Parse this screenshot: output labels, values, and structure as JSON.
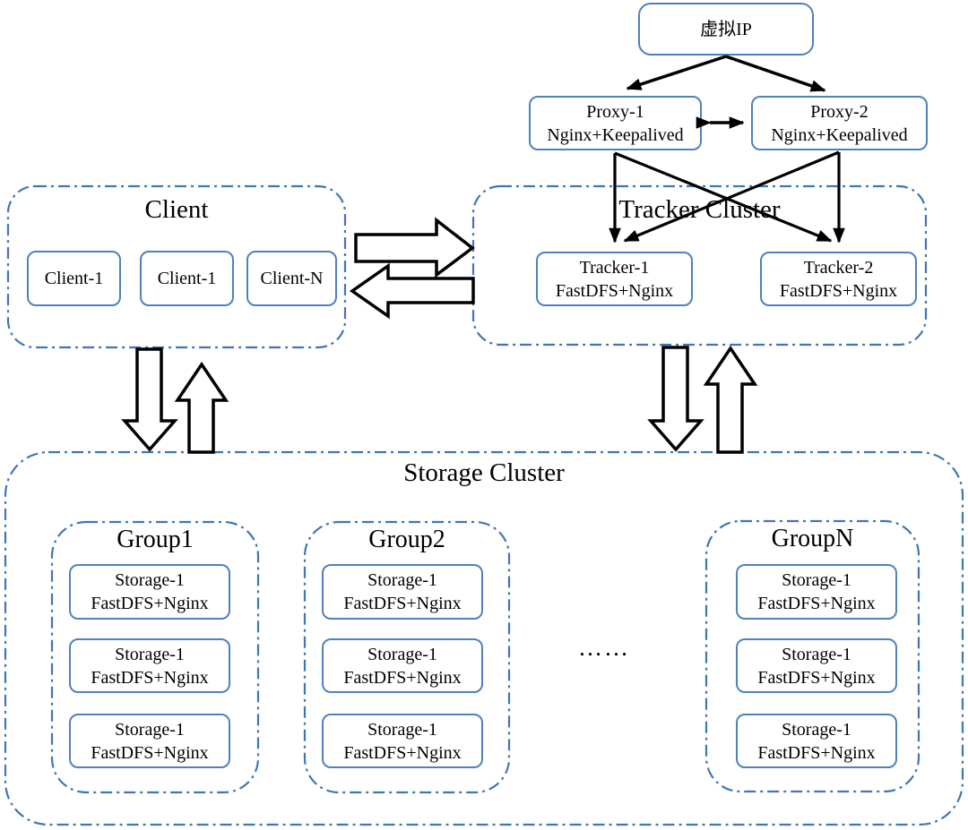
{
  "colors": {
    "solid_box_border": "#4f81bd",
    "dashed_border": "#4076b4",
    "arrow": "#000000",
    "text": "#000000",
    "background": "#ffffff"
  },
  "vip": {
    "label": "虚拟IP"
  },
  "proxies": [
    {
      "name": "Proxy-1",
      "sub": "Nginx+Keepalived"
    },
    {
      "name": "Proxy-2",
      "sub": "Nginx+Keepalived"
    }
  ],
  "client_cluster": {
    "title": "Client",
    "nodes": [
      "Client-1",
      "Client-1",
      "Client-N"
    ]
  },
  "tracker_cluster": {
    "title": "Tracker Cluster",
    "nodes": [
      {
        "name": "Tracker-1",
        "sub": "FastDFS+Nginx"
      },
      {
        "name": "Tracker-2",
        "sub": "FastDFS+Nginx"
      }
    ]
  },
  "storage_cluster": {
    "title": "Storage Cluster",
    "ellipsis": "……",
    "groups": [
      {
        "title": "Group1",
        "nodes": [
          {
            "name": "Storage-1",
            "sub": "FastDFS+Nginx"
          },
          {
            "name": "Storage-1",
            "sub": "FastDFS+Nginx"
          },
          {
            "name": "Storage-1",
            "sub": "FastDFS+Nginx"
          }
        ]
      },
      {
        "title": "Group2",
        "nodes": [
          {
            "name": "Storage-1",
            "sub": "FastDFS+Nginx"
          },
          {
            "name": "Storage-1",
            "sub": "FastDFS+Nginx"
          },
          {
            "name": "Storage-1",
            "sub": "FastDFS+Nginx"
          }
        ]
      },
      {
        "title": "GroupN",
        "nodes": [
          {
            "name": "Storage-1",
            "sub": "FastDFS+Nginx"
          },
          {
            "name": "Storage-1",
            "sub": "FastDFS+Nginx"
          },
          {
            "name": "Storage-1",
            "sub": "FastDFS+Nginx"
          }
        ]
      }
    ]
  }
}
